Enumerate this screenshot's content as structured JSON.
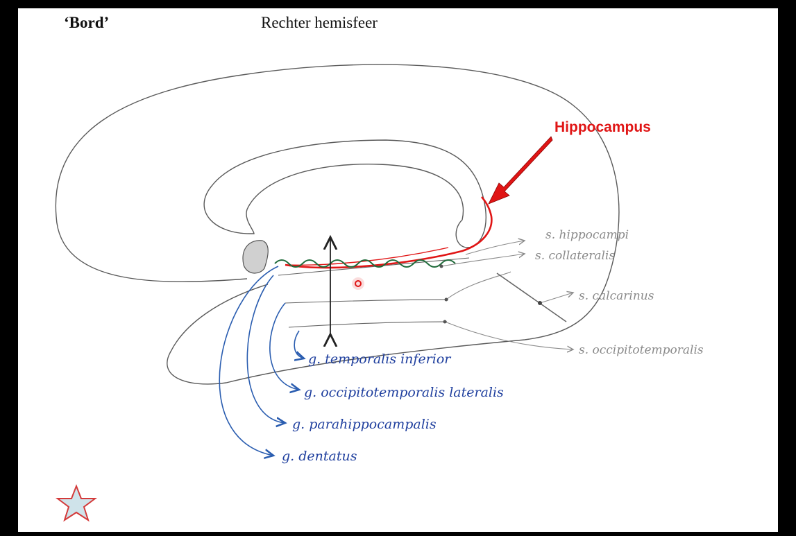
{
  "header": {
    "left_title": "‘Bord’",
    "center_title": "Rechter hemisfeer"
  },
  "labels": {
    "hippocampus": "Hippocampus",
    "sulci": [
      "s. hippocampi",
      "s. collateralis",
      "s. calcarinus",
      "s. occipitotemporalis"
    ],
    "gyri": [
      "g. temporalis inferior",
      "g. occipitotemporalis lateralis",
      "g. parahippocampalis",
      "g. dentatus"
    ]
  },
  "icons": {
    "star": "star-icon",
    "pointer": "pointer-dot-icon"
  },
  "colors": {
    "hippocampus_red": "#e01515",
    "sulcus_gray": "#8a8a8a",
    "gyrus_blue": "#2a5db0",
    "dentate_green": "#1f6b3a",
    "star_fill": "#cfe3ea",
    "star_stroke": "#d43a3a"
  }
}
